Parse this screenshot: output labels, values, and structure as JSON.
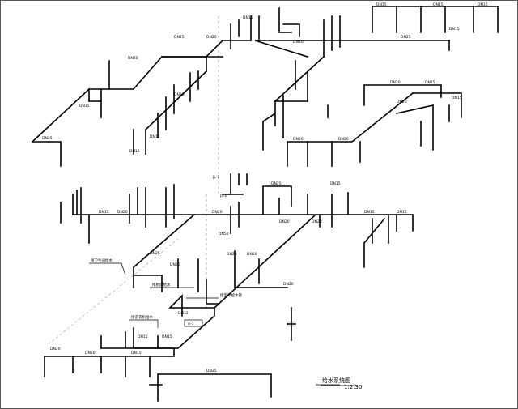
{
  "drawing": {
    "title": "给水系统图",
    "scale": "1:2.30",
    "riser_a": "JL-1",
    "riser_b": "JL-2",
    "tag_a": "A-1"
  },
  "pipe_sizes": {
    "dn15": "DN15",
    "dn20": "DN20",
    "dn25": "DN25",
    "dn32": "DN32",
    "dn40": "DN40",
    "dn50": "DN50"
  },
  "notes": {
    "n1": "接卫生间给水",
    "n2": "接厨房给水",
    "n3": "接洗衣机给水",
    "n4": "接室外给水管"
  }
}
